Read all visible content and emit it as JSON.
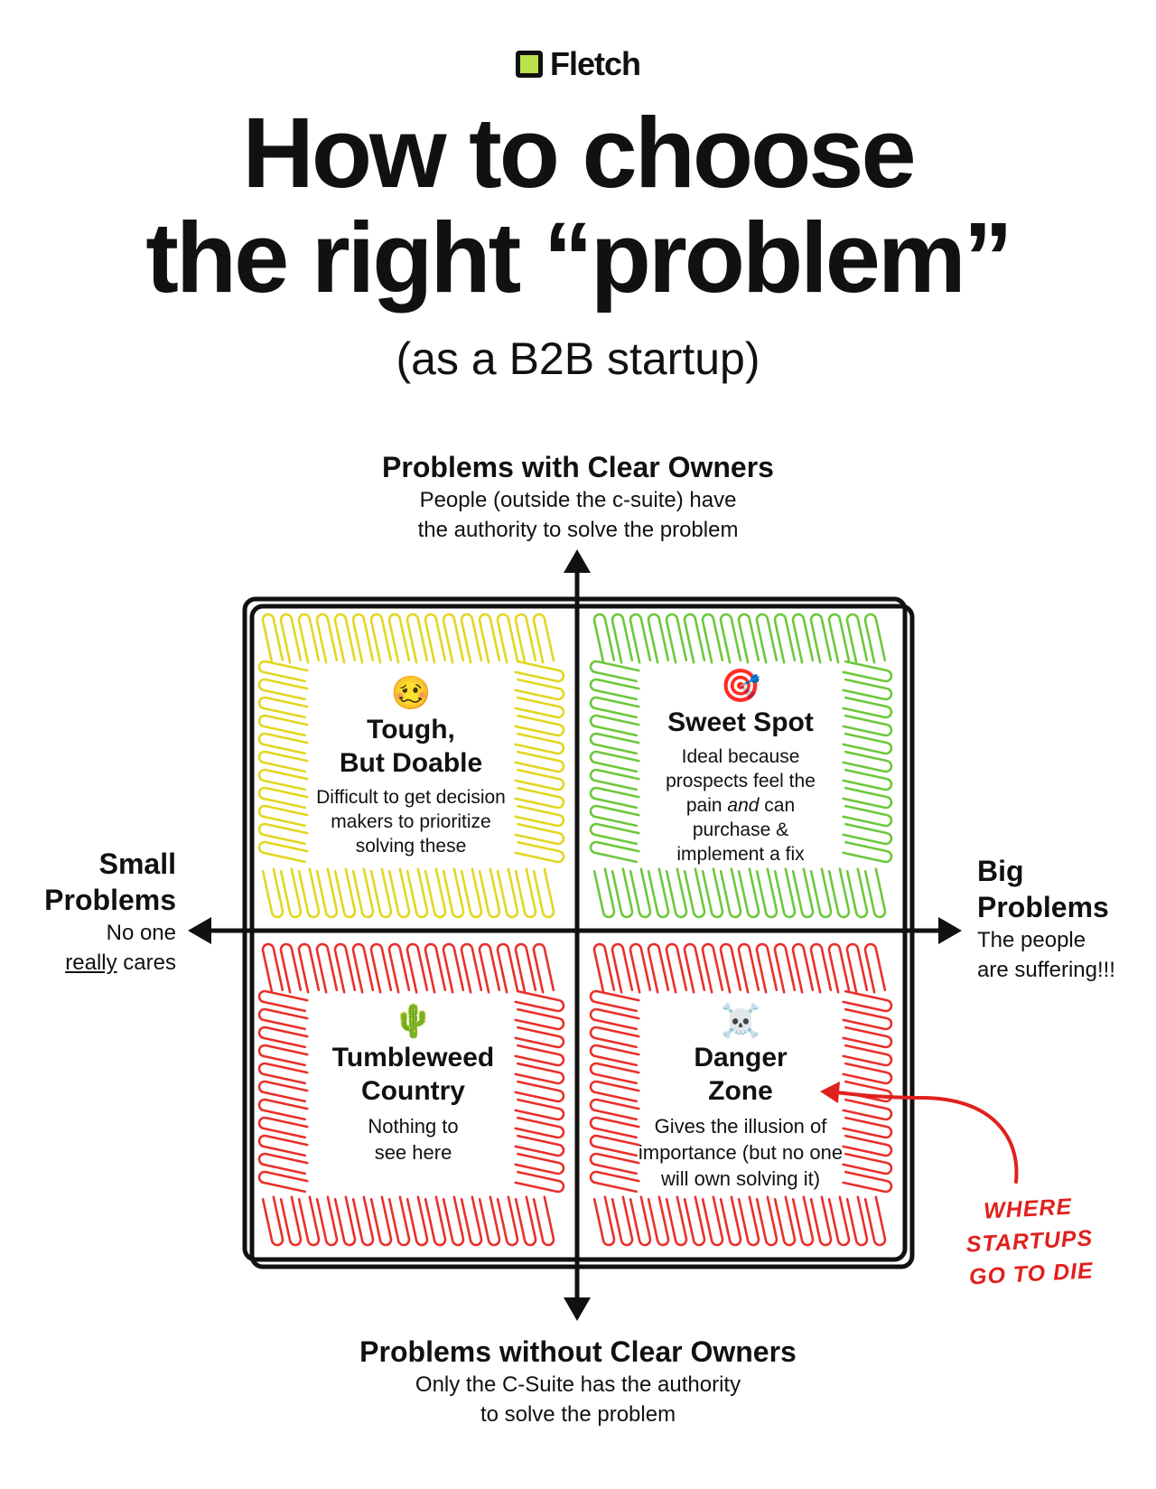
{
  "brand": {
    "name": "Fletch",
    "logo_color": "#b8e34b"
  },
  "title": {
    "line1": "How to choose",
    "line2": "the right “problem”"
  },
  "subtitle": "(as a B2B startup)",
  "axes": {
    "top": {
      "title": "Problems with Clear Owners",
      "desc1": "People (outside the c-suite) have",
      "desc2": "the authority to solve the problem"
    },
    "bottom": {
      "title": "Problems without Clear Owners",
      "desc1": "Only the C-Suite has the authority",
      "desc2": "to solve the problem"
    },
    "left": {
      "title1": "Small",
      "title2": "Problems",
      "desc1": "No one",
      "desc2_underlined": "really",
      "desc2_rest": " cares"
    },
    "right": {
      "title1": "Big",
      "title2": "Problems",
      "desc1": "The people",
      "desc2": "are suffering!!!"
    }
  },
  "quadrants": {
    "top_left": {
      "emoji": "🥴",
      "title1": "Tough,",
      "title2": "But Doable",
      "desc1": "Difficult to get decision",
      "desc2": "makers to prioritize",
      "desc3": "solving these",
      "color": "#e3d620"
    },
    "top_right": {
      "emoji": "🎯",
      "title1": "Sweet Spot",
      "desc1": "Ideal because",
      "desc2": "prospects feel the",
      "desc3_pre": "pain ",
      "desc3_em": "and",
      "desc3_post": " can",
      "desc4": "purchase &",
      "desc5": "implement a fix",
      "color": "#6cc83a"
    },
    "bottom_left": {
      "emoji": "🌵",
      "title1": "Tumbleweed",
      "title2": "Country",
      "desc1": "Nothing to",
      "desc2": "see here",
      "color": "#e8302a"
    },
    "bottom_right": {
      "emoji": "☠️",
      "title1": "Danger",
      "title2": "Zone",
      "desc1": "Gives the illusion of",
      "desc2": "importance (but no one",
      "desc3": "will own solving it)",
      "color": "#e8302a"
    }
  },
  "annotation": {
    "line1": "WHERE",
    "line2": "STARTUPS",
    "line3": "GO TO DIE",
    "color": "#e0201c"
  }
}
